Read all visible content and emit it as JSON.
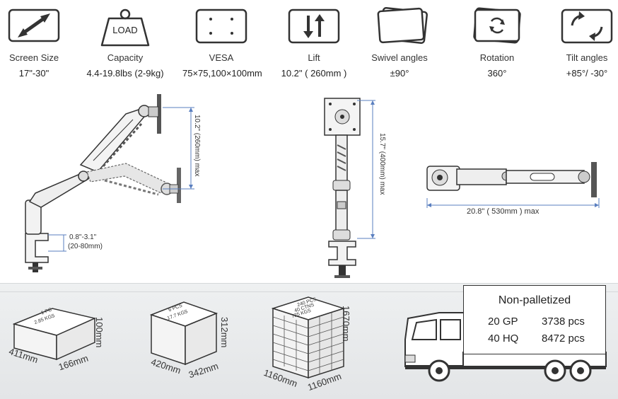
{
  "features": [
    {
      "icon": "diagonal-arrow-icon",
      "label": "Screen Size",
      "value": "17\"-30\""
    },
    {
      "icon": "load-weight-icon",
      "label": "Capacity",
      "value": "4.4-19.8lbs (2-9kg)",
      "icon_text": "LOAD"
    },
    {
      "icon": "vesa-holes-icon",
      "label": "VESA",
      "value": "75×75,100×100mm"
    },
    {
      "icon": "lift-arrows-icon",
      "label": "Lift",
      "value": "10.2\" ( 260mm )"
    },
    {
      "icon": "swivel-screens-icon",
      "label": "Swivel angles",
      "value": "±90°"
    },
    {
      "icon": "rotation-icon",
      "label": "Rotation",
      "value": "360°"
    },
    {
      "icon": "tilt-icon",
      "label": "Tilt angles",
      "value": "+85°/  -30°"
    }
  ],
  "dimensions": {
    "lift_range": "10.2\" (260mm) max",
    "desk_clamp": "0.8\"-3.1\"",
    "desk_clamp_mm": "(20-80mm)",
    "height": "15.7\" (400mm) max",
    "extension": "20.8\" ( 530mm ) max"
  },
  "packages": [
    {
      "top_text_1": "1 PC",
      "top_text_2": "2.85 KGS",
      "height": "100mm",
      "length": "411mm",
      "width": "166mm"
    },
    {
      "top_text_1": "6 PCS",
      "top_text_2": "17.7 KGS",
      "height": "312mm",
      "length": "420mm",
      "width": "342mm"
    },
    {
      "top_text_1": "240 PCS",
      "top_text_2": "40 CTNS",
      "top_text_3": "725 KGS",
      "height": "1670mm",
      "length": "1160mm",
      "width": "1160mm"
    }
  ],
  "shipping": {
    "title": "Non-palletized",
    "rows": [
      {
        "container": "20 GP",
        "qty": "3738 pcs"
      },
      {
        "container": "40 HQ",
        "qty": "8472 pcs"
      }
    ]
  },
  "colors": {
    "outline": "#333333",
    "dim_line": "#5a7fbf",
    "floor": "#e8eaec"
  }
}
